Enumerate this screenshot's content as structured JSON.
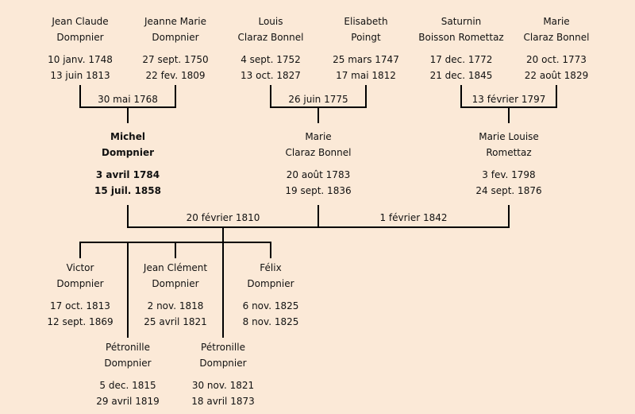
{
  "grandparents": [
    {
      "name1": "Jean Claude",
      "name2": "Dompnier",
      "birth": "10 janv. 1748",
      "death": "13 juin 1813"
    },
    {
      "name1": "Jeanne Marie",
      "name2": "Dompnier",
      "birth": "27 sept. 1750",
      "death": "22 fev. 1809"
    },
    {
      "name1": "Louis",
      "name2": "Claraz Bonnel",
      "birth": "4 sept. 1752",
      "death": "13 oct. 1827"
    },
    {
      "name1": "Elisabeth",
      "name2": "Poingt",
      "birth": "25 mars 1747",
      "death": "17 mai 1812"
    },
    {
      "name1": "Saturnin",
      "name2": "Boisson Romettaz",
      "birth": "17 dec. 1772",
      "death": "21 dec. 1845"
    },
    {
      "name1": "Marie",
      "name2": "Claraz Bonnel",
      "birth": "20 oct. 1773",
      "death": "22 août 1829"
    }
  ],
  "grandparent_marriages": [
    "30 mai 1768",
    "26 juin 1775",
    "13 février 1797"
  ],
  "parents": [
    {
      "name1": "Michel",
      "name2": "Dompnier",
      "birth": "3 avril 1784",
      "death": "15 juil. 1858"
    },
    {
      "name1": "Marie",
      "name2": "Claraz Bonnel",
      "birth": "20 août 1783",
      "death": "19 sept. 1836"
    },
    {
      "name1": "Marie Louise",
      "name2": "Romettaz",
      "birth": "3 fev. 1798",
      "death": "24 sept. 1876"
    }
  ],
  "parent_marriages": [
    "20 février 1810",
    "1 février 1842"
  ],
  "children": [
    {
      "name1": "Victor",
      "name2": "Dompnier",
      "birth": "17 oct. 1813",
      "death": "12 sept. 1869"
    },
    {
      "name1": "Jean Clément",
      "name2": "Dompnier",
      "birth": "2 nov. 1818",
      "death": "25 avril 1821"
    },
    {
      "name1": "Félix",
      "name2": "Dompnier",
      "birth": "6 nov. 1825",
      "death": "8 nov. 1825"
    },
    {
      "name1": "Pétronille",
      "name2": "Dompnier",
      "birth": "5 dec. 1815",
      "death": "29 avril 1819"
    },
    {
      "name1": "Pétronille",
      "name2": "Dompnier",
      "birth": "30 nov. 1821",
      "death": "18 avril 1873"
    }
  ]
}
